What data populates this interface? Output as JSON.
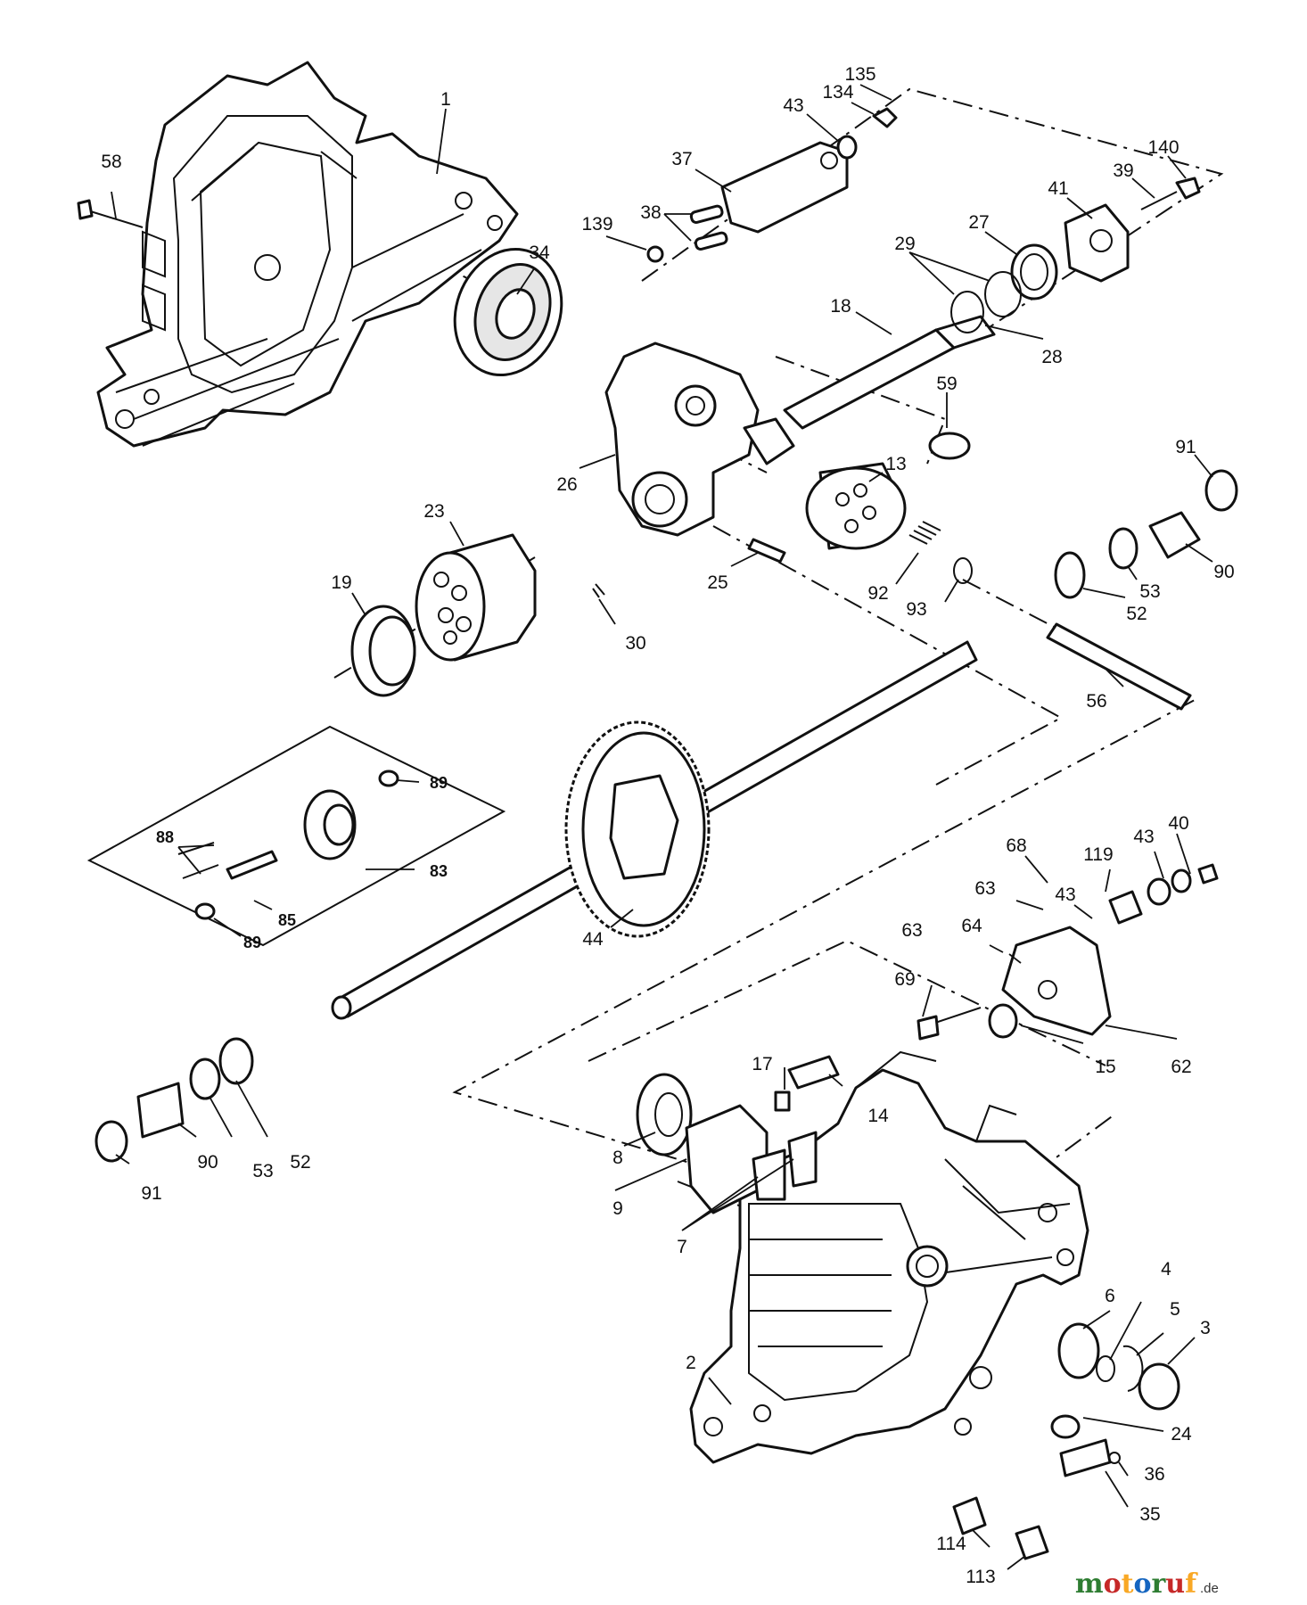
{
  "watermark": {
    "brand": "motoruf",
    "domain": ".de",
    "colors": [
      "#2e7d32",
      "#c62828",
      "#f9a825",
      "#1565c0"
    ]
  },
  "callouts": [
    {
      "id": "1",
      "label": "1"
    },
    {
      "id": "58",
      "label": "58"
    },
    {
      "id": "34",
      "label": "34"
    },
    {
      "id": "135",
      "label": "135"
    },
    {
      "id": "134",
      "label": "134"
    },
    {
      "id": "43a",
      "label": "43"
    },
    {
      "id": "37",
      "label": "37"
    },
    {
      "id": "38",
      "label": "38"
    },
    {
      "id": "139",
      "label": "139"
    },
    {
      "id": "140",
      "label": "140"
    },
    {
      "id": "39",
      "label": "39"
    },
    {
      "id": "41",
      "label": "41"
    },
    {
      "id": "27",
      "label": "27"
    },
    {
      "id": "29",
      "label": "29"
    },
    {
      "id": "28",
      "label": "28"
    },
    {
      "id": "18",
      "label": "18"
    },
    {
      "id": "59",
      "label": "59"
    },
    {
      "id": "26",
      "label": "26"
    },
    {
      "id": "13",
      "label": "13"
    },
    {
      "id": "91a",
      "label": "91"
    },
    {
      "id": "23",
      "label": "23"
    },
    {
      "id": "19",
      "label": "19"
    },
    {
      "id": "25",
      "label": "25"
    },
    {
      "id": "30",
      "label": "30"
    },
    {
      "id": "92",
      "label": "92"
    },
    {
      "id": "93",
      "label": "93"
    },
    {
      "id": "52a",
      "label": "52"
    },
    {
      "id": "53a",
      "label": "53"
    },
    {
      "id": "90a",
      "label": "90"
    },
    {
      "id": "56",
      "label": "56"
    },
    {
      "id": "88",
      "label": "88"
    },
    {
      "id": "89a",
      "label": "89"
    },
    {
      "id": "89b",
      "label": "89"
    },
    {
      "id": "83",
      "label": "83"
    },
    {
      "id": "85",
      "label": "85"
    },
    {
      "id": "44",
      "label": "44"
    },
    {
      "id": "68",
      "label": "68"
    },
    {
      "id": "119",
      "label": "119"
    },
    {
      "id": "43b",
      "label": "43"
    },
    {
      "id": "40",
      "label": "40"
    },
    {
      "id": "63a",
      "label": "63"
    },
    {
      "id": "43c",
      "label": "43"
    },
    {
      "id": "63b",
      "label": "63"
    },
    {
      "id": "64",
      "label": "64"
    },
    {
      "id": "69",
      "label": "69"
    },
    {
      "id": "15",
      "label": "15"
    },
    {
      "id": "62",
      "label": "62"
    },
    {
      "id": "17",
      "label": "17"
    },
    {
      "id": "14",
      "label": "14"
    },
    {
      "id": "8",
      "label": "8"
    },
    {
      "id": "9",
      "label": "9"
    },
    {
      "id": "7",
      "label": "7"
    },
    {
      "id": "91b",
      "label": "91"
    },
    {
      "id": "90b",
      "label": "90"
    },
    {
      "id": "53b",
      "label": "53"
    },
    {
      "id": "52b",
      "label": "52"
    },
    {
      "id": "6",
      "label": "6"
    },
    {
      "id": "4",
      "label": "4"
    },
    {
      "id": "5",
      "label": "5"
    },
    {
      "id": "3",
      "label": "3"
    },
    {
      "id": "2",
      "label": "2"
    },
    {
      "id": "24",
      "label": "24"
    },
    {
      "id": "36",
      "label": "36"
    },
    {
      "id": "35",
      "label": "35"
    },
    {
      "id": "114",
      "label": "114"
    },
    {
      "id": "113",
      "label": "113"
    }
  ]
}
